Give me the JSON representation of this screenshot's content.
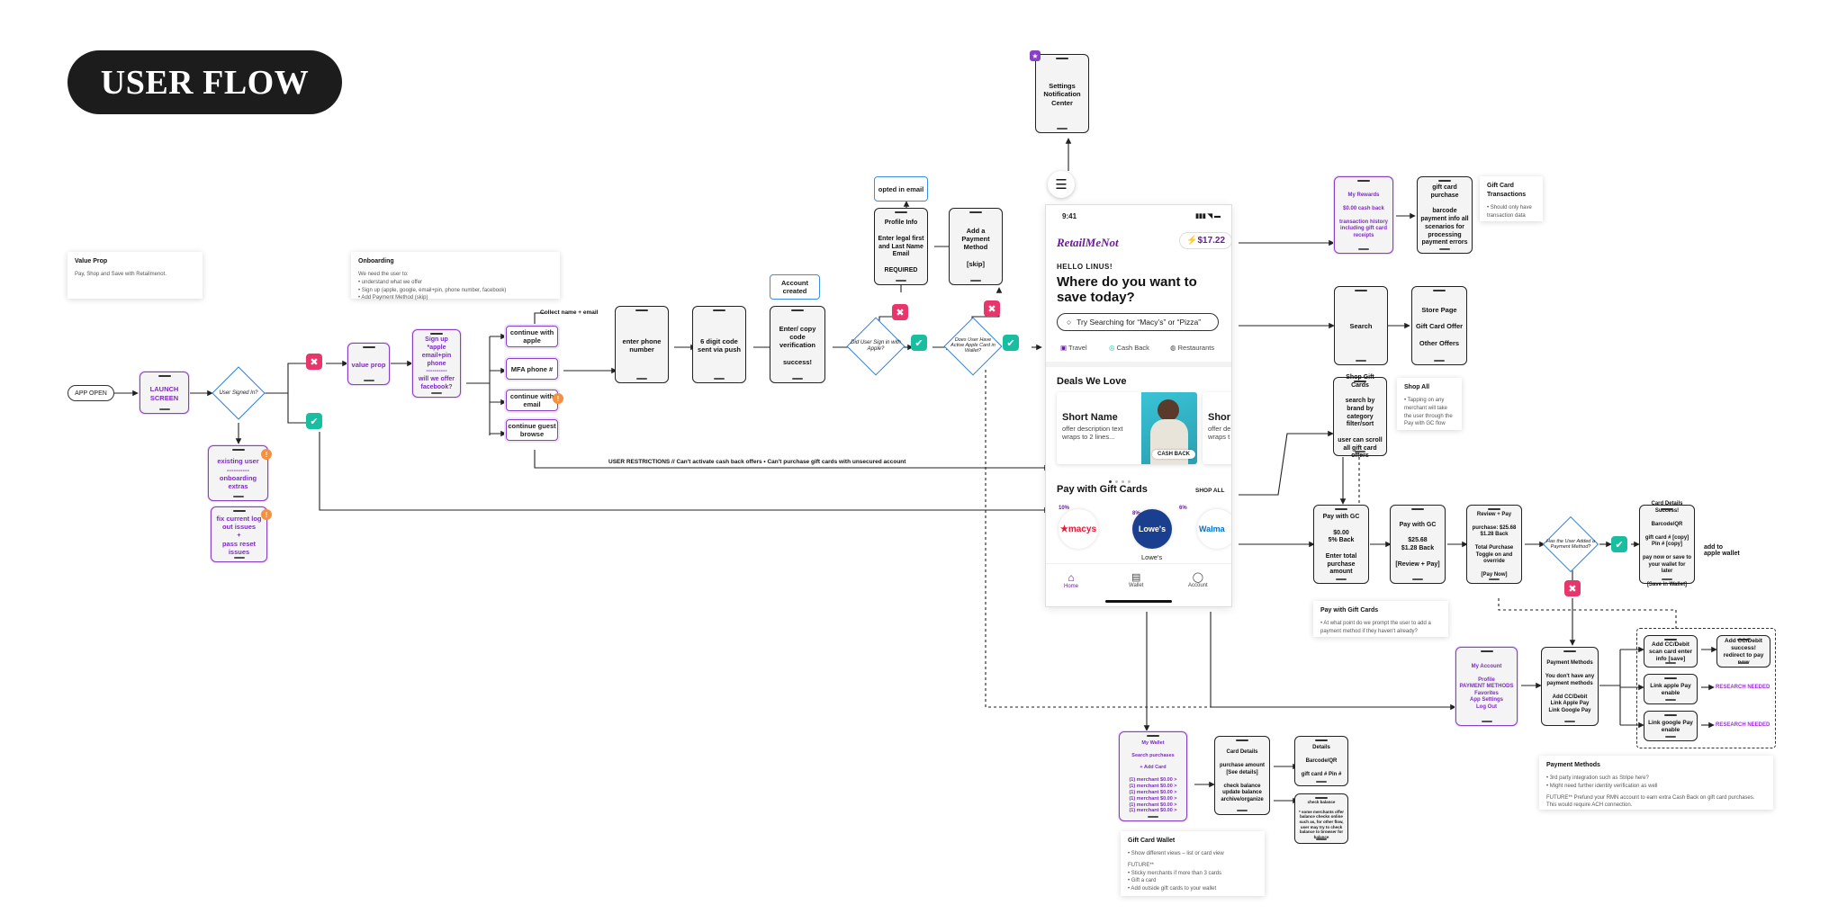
{
  "title": "USER FLOW",
  "colors": {
    "purple": "#7b2cbf",
    "blue": "#2f7fd8",
    "teal": "#17bfa0",
    "pink": "#e8356b",
    "orange": "#f5913e"
  },
  "notes": {
    "value_prop": {
      "title": "Value Prop",
      "body": "Pay, Shop and Save with Retailmenot."
    },
    "onboarding": {
      "title": "Onboarding",
      "l1": "We need the user to:",
      "l2": "• understand what we offer",
      "l3": "• Sign up (apple, google, email+pin, phone number, facebook)",
      "l4": "• Add Payment Method (skip)"
    },
    "gc_transactions": {
      "title": "Gift Card Transactions",
      "body": "• Should only have transaction data"
    },
    "shop_all": {
      "title": "Shop All",
      "body": "• Tapping on any merchant will take the user through the Pay with GC flow"
    },
    "pay_gc": {
      "title": "Pay with Gift Cards",
      "body": "• At what point do we prompt the user to add a payment method if they haven't already?"
    },
    "payment_methods": {
      "title": "Payment Methods",
      "l1": "• 3rd party integration such as Stripe here?",
      "l2": "• Might need further identity verification as well",
      "l3": "FUTURE** Prefund your RMN account to earn extra Cash Back on gift card purchases.",
      "l4": "This would require ACH connection."
    },
    "gc_wallet": {
      "title": "Gift Card Wallet",
      "l1": "• Show different views – list or card view",
      "l2": "FUTURE**",
      "l3": "• Sticky merchants if more than 3 cards",
      "l4": "• Gift a card",
      "l5": "• Add outside gift cards to your wallet"
    }
  },
  "nodes": {
    "app_open": "APP OPEN",
    "launch": "LAUNCH SCREEN",
    "signed_in": "User Signed In?",
    "existing_user": "existing user\n----------\nonboarding extras",
    "fix_logout": "fix current log out issues\n+\npass reset issues",
    "value_prop": "value prop",
    "signup": "Sign up *apple email+pin phone\n----------\nwill we offer facebook?",
    "opt_apple": "continue with apple",
    "opt_mfa": "MFA phone #",
    "opt_email": "continue with email",
    "opt_guest": "continue guest browse",
    "collect_label": "Collect name + email",
    "enter_phone": "enter phone number",
    "code_push": "6 digit code sent via push",
    "code_verify": "Enter/ copy code verification\n\nsuccess!",
    "account_created": "Account created",
    "did_user_apple": "Did User Sign in with Apple?",
    "opted_in": "opted in email",
    "profile_info": "Profile Info\n\nEnter legal first and Last Name Email\n\nREQUIRED",
    "user_active_card": "Does User Have Active Apple Card in Wallet?",
    "add_payment": "Add a Payment Method\n\n[skip]",
    "settings": "Settings Notification Center",
    "my_rewards": "My Rewards\n\n$0.00 cash back\n\ntransaction history including gift card receipts",
    "gc_purchase": "gift card purchase\n\nbarcode payment info all scenarios for processing payment errors",
    "search": "Search",
    "store_opts": "Store Page\n\nGift Card Offer\n\nOther Offers",
    "shop_gc": "Shop Gift Cards\n\nsearch by brand by category filter/sort\n\nuser can scroll all gift card offers",
    "pay_gc_1": "Pay with GC\n\n$0.00\n5% Back\n\nEnter total purchase amount",
    "pay_gc_2": "Pay with GC\n\n$25.68\n$1.28 Back\n\n[Review + Pay]",
    "review_pay": "Review + Pay\n\npurchase: $25.68 $1.28 Back\n\nTotal Purchase Toggle on and override\n\n[Pay Now]",
    "has_payment": "Has the User Added a Payment Method?",
    "card_success": "Card Details Success!\n\nBarcode/QR\n\ngift card # [copy] Pin # [copy]\n\npay now or save to your wallet for later\n\n[Save in Wallet]",
    "add_apple_wallet": "add to apple wallet",
    "my_account": "My Account\n\nProfile\nPAYMENT METHODS\nFavorites\nApp Settings\nLog Out",
    "payment_methods": "Payment Methods\n\nYou don't have any payment methods\n\nAdd CC/Debit\nLink Apple Pay\nLink Google Pay",
    "add_cc_1": "Add CC/Debit\nscan card enter info [save]",
    "add_cc_2": "Add CC/Debit\nsuccess!\nredirect to pay now",
    "link_apple": "Link apple Pay\nenable",
    "link_google": "Link google Pay\nenable",
    "research": "RESEARCH NEEDED",
    "my_wallet": "My Wallet\n\nSearch purchases\n\n+ Add Card\n\n(1) merchant $0.00 >\n(1) merchant $0.00 >\n(1) merchant $0.00 >\n(1) merchant $0.00 >\n(1) merchant $0.00 >\n(1) merchant $0.00 >",
    "card_details": "Card Details\n\npurchase amount [See details]\n\ncheck balance update balance archive/organize",
    "details": "Details\n\nBarcode/QR\n\ngift card # Pin #",
    "check_balance": "check balance\n\n* some merchants offer balance checks online such as, for other flow, user may try to check balance to browser for balance",
    "restrictions": "USER RESTRICTIONS  //  Can't activate cash back offers • Can't purchase gift cards with unsecured account"
  },
  "phone": {
    "time": "9:41",
    "logo": "RetailMeNot",
    "reward": "$17.22",
    "hello": "HELLO LINUS!",
    "headline": "Where do you want to save today?",
    "search_placeholder": "Try Searching for “Macy’s” or “Pizza”",
    "cat_travel": "Travel",
    "cat_cashback": "Cash Back",
    "cat_restaurants": "Restaurants",
    "deals_title": "Deals We Love",
    "deal_name": "Short Name",
    "deal_desc": "offer description text wraps to 2 lines...",
    "deal2_name": "Shor",
    "deal2_desc": "offer de wraps t",
    "cashback_label": "CASH BACK",
    "gc_title": "Pay with Gift Cards",
    "shop_all": "SHOP ALL",
    "gc1_pct": "10%",
    "gc1_name": "★macys",
    "gc2_pct": "8%",
    "gc2_name": "Lowe's",
    "gc2_label": "Lowe's",
    "gc3_pct": "6%",
    "gc3_name": "Walma",
    "tab_home": "Home",
    "tab_wallet": "Wallet",
    "tab_account": "Account"
  }
}
